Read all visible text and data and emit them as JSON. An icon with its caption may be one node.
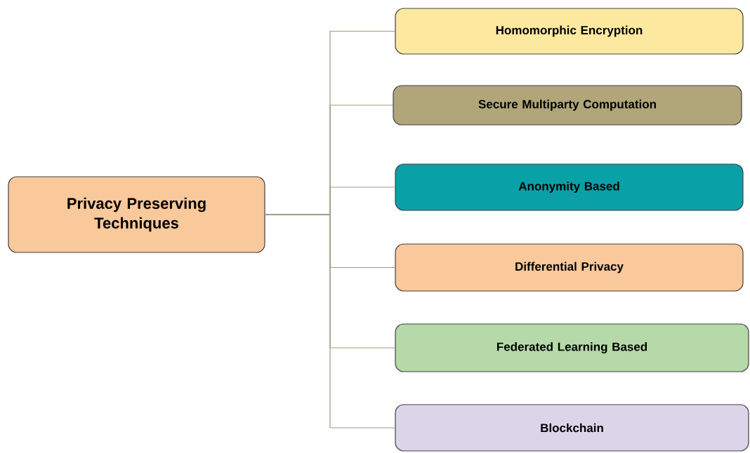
{
  "diagram": {
    "nodes": [
      {
        "text": [
          "Privacy Preserving Techniques"
        ]
      },
      {
        "text": [
          "Homomorphic Encryption"
        ]
      },
      {
        "text": [
          "Secure Multiparty Computation"
        ]
      },
      {
        "text": [
          "Anonymity Based"
        ]
      },
      {
        "text": [
          "Differential Privacy"
        ]
      },
      {
        "text": [
          "Federated Learning Based"
        ]
      },
      {
        "text": [
          "Blockchain"
        ]
      }
    ],
    "edges": [
      {
        "from": 0,
        "to": 1,
        "arrow": "none"
      },
      {
        "from": 0,
        "to": 2,
        "arrow": "none"
      },
      {
        "from": 0,
        "to": 3,
        "arrow": "none"
      },
      {
        "from": 0,
        "to": 4,
        "arrow": "none"
      },
      {
        "from": 0,
        "to": 5,
        "arrow": "none"
      },
      {
        "from": 0,
        "to": 6,
        "arrow": "none"
      }
    ]
  }
}
